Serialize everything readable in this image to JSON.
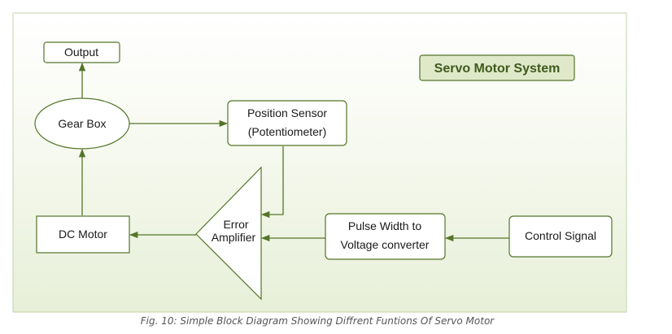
{
  "diagram": {
    "title": "Servo Motor System",
    "nodes": {
      "output": "Output",
      "gear_box": "Gear Box",
      "position_sensor_line1": "Position Sensor",
      "position_sensor_line2": "(Potentiometer)",
      "dc_motor": "DC Motor",
      "error_amplifier_line1": "Error",
      "error_amplifier_line2": "Amplifier",
      "pwm_converter_line1": "Pulse Width to",
      "pwm_converter_line2": "Voltage converter",
      "control_signal": "Control Signal"
    },
    "caption": "Fig. 10: Simple Block Diagram Showing Diffrent Funtions Of Servo Motor"
  },
  "colors": {
    "stroke": "#55752a",
    "panel_border": "#c3d3a8",
    "title_box_fill": "#dfe9c9"
  }
}
